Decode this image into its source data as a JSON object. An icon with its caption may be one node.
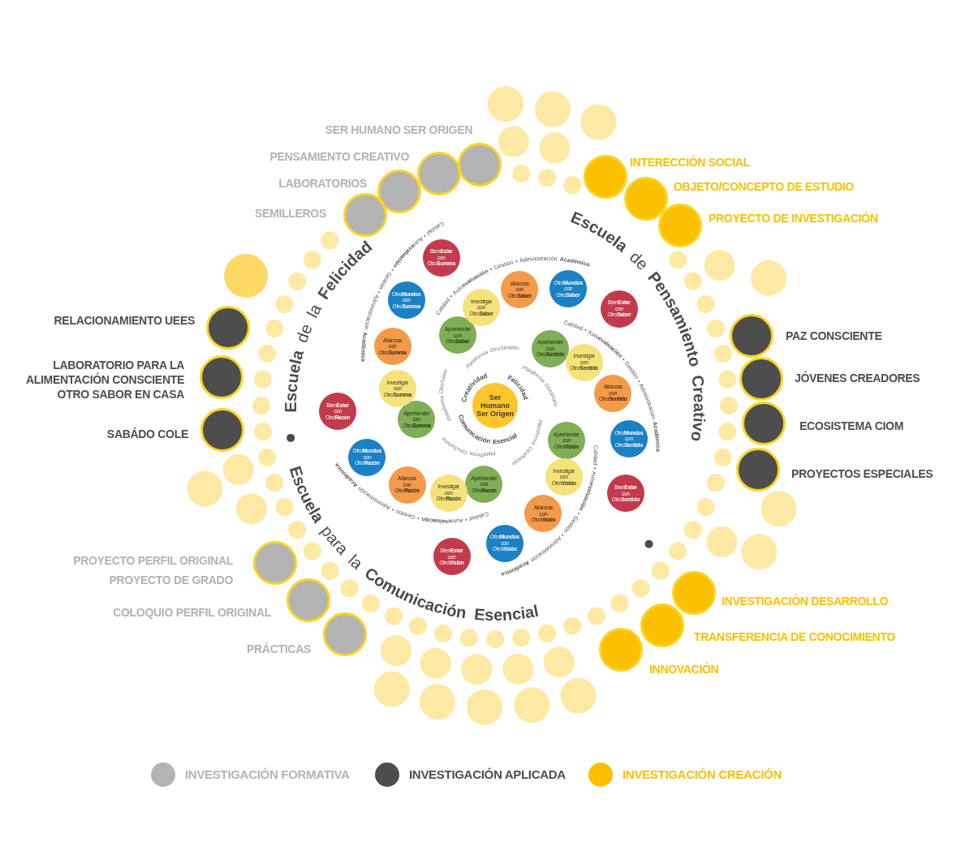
{
  "diagram": {
    "nodes": [
      {
        "text": [
          "Ser Humano Ser Origen"
        ]
      },
      {
        "text": [
          "Aprehender con Otro**Summa**"
        ]
      },
      {
        "text": [
          "Investigar con Otro**Summa**"
        ]
      },
      {
        "text": [
          "Alianzas con Otro**Summa**"
        ]
      },
      {
        "text": [
          "Otro**Mundos** con Otro**Summa**"
        ]
      },
      {
        "text": [
          "Bien**Estar** con Otro**Summa**"
        ]
      },
      {
        "text": [
          "Aprehender con Otro**Saber**"
        ]
      },
      {
        "text": [
          "Investigar con Otro**Saber**"
        ]
      },
      {
        "text": [
          "Alianzas con Otro**Saber**"
        ]
      },
      {
        "text": [
          "Otro**Mundos** con Otro**Saber**"
        ]
      },
      {
        "text": [
          "Bien**Estar** con Otro**Saber**"
        ]
      },
      {
        "text": [
          "Aprehender con Otro**Sentido**"
        ]
      },
      {
        "text": [
          "Investigar con Otro**Sentido**"
        ]
      },
      {
        "text": [
          "Alianzas con Otro**Sentido**"
        ]
      },
      {
        "text": [
          "Otro**Mundos** con Otro**Sentido**"
        ]
      },
      {
        "text": [
          "Bien**Estar** con Otro**Sentido**"
        ]
      },
      {
        "text": [
          "Aprehender con Otro**Visión**"
        ]
      },
      {
        "text": [
          "Investigar con Otro**Visión**"
        ]
      },
      {
        "text": [
          "Alianzas con Otro**Visión**"
        ]
      },
      {
        "text": [
          "Otro**Mundos** con Otro**Visión**"
        ]
      },
      {
        "text": [
          "Bien**Estar** con Otro**Visión**"
        ]
      },
      {
        "text": [
          "Aprehender con Otro**Razón**"
        ]
      },
      {
        "text": [
          "Investigar con Otro**Razón**"
        ]
      },
      {
        "text": [
          "Alianzas con Otro**Razón**"
        ]
      },
      {
        "text": [
          "Otro**Mundos** con Otro**Razón**"
        ]
      },
      {
        "text": [
          "Bien**Estar** con Otro**Razón**"
        ]
      },
      {
        "text": [],
        "shape": "circle",
        "beside": [
          "SER HUMANO SER ORIGEN"
        ]
      },
      {
        "text": [],
        "shape": "circle",
        "beside": [
          "PENSAMIENTO CREATIVO"
        ]
      },
      {
        "text": [],
        "shape": "circle",
        "beside": [
          "LABORATORIOS"
        ]
      },
      {
        "text": [],
        "shape": "circle",
        "beside": [
          "SEMILLEROS"
        ]
      },
      {
        "text": [],
        "shape": "circle",
        "beside": [
          "INTERECCIÓN SOCIAL"
        ]
      },
      {
        "text": [],
        "shape": "circle",
        "beside": [
          "OBJETO/CONCEPTO DE ESTUDIO"
        ]
      },
      {
        "text": [],
        "shape": "circle",
        "beside": [
          "PROYECTO DE INVESTIGACIÓN"
        ]
      },
      {
        "text": [],
        "shape": "circle",
        "beside": [
          "RELACIONAMIENTO UEES"
        ]
      },
      {
        "text": [],
        "shape": "circle",
        "beside": [
          "PAZ CONSCIENTE"
        ]
      },
      {
        "text": [],
        "shape": "circle",
        "beside": [
          "JÓVENES CREADORES"
        ]
      },
      {
        "text": [],
        "shape": "circle",
        "beside": [
          "LABORATORIO PARA LA ALIMENTACIÓN CONSCIENTE OTRO SABOR EN CASA"
        ]
      },
      {
        "text": [],
        "shape": "circle",
        "beside": [
          "ECOSISTEMA CIOM"
        ]
      },
      {
        "text": [],
        "shape": "circle",
        "beside": [
          "SABÁDO COLE"
        ]
      },
      {
        "text": [],
        "shape": "circle",
        "beside": [
          "PROYECTOS ESPECIALES"
        ]
      },
      {
        "text": [],
        "shape": "circle",
        "beside": [
          "PROYECTO PERFIL ORIGINAL",
          "PROYECTO DE GRADO"
        ]
      },
      {
        "text": [],
        "shape": "circle",
        "beside": [
          "INVESTIGACIÓN DESARROLLO"
        ]
      },
      {
        "text": [],
        "shape": "circle",
        "beside": [
          "COLOQUIO PERFIL ORIGINAL"
        ]
      },
      {
        "text": [],
        "shape": "circle",
        "beside": [
          "TRANSFERENCIA DE CONOCIMIENTO"
        ]
      },
      {
        "text": [],
        "shape": "circle",
        "beside": [
          "PRÁCTICAS"
        ]
      },
      {
        "text": [],
        "shape": "circle",
        "beside": [
          "INNOVACIÓN"
        ]
      }
    ],
    "labels": [
      "**Escuela** de la **Felicidad**",
      "**Escuela** de **Pensamiento Creativo**",
      "**Escuela** para la **Comunicación Esencial**",
      "Creatividad",
      "Felicidad",
      "Comunicación Esencial",
      "Calidad • Auto**evaluación** • Gestión • Administración **Académica**",
      "Calidad • Auto**evaluación** • Gestión • Administración **Académica**",
      "Calidad • Auto**evaluación** • Gestión • Administración **Académica**",
      "Calidad • Auto**evaluación** • Gestión • Administración **Académica**",
      "Calidad • Auto**evaluación** • Gestión • Administración **Académica**",
      "Plataforma OtroSumma",
      "Plataforma OtroSaber",
      "Plataforma OtroSentido",
      "Plataforma OtroVisión",
      "Plataforma OtroRazón"
    ],
    "legend": [
      {
        "text": "INVESTIGACIÓN FORMATIVA",
        "color": "#b3b3b3"
      },
      {
        "text": "INVESTIGACIÓN APLICADA",
        "color": "#4d4d4d"
      },
      {
        "text": "INVESTIGACIÓN CREACIÓN",
        "color": "#fbc000"
      }
    ]
  }
}
